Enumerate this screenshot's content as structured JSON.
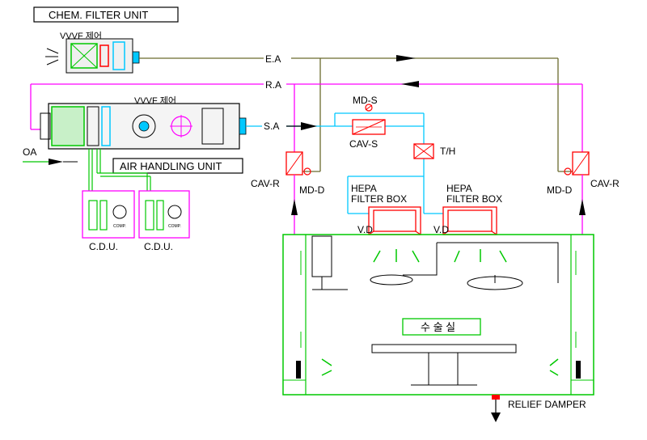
{
  "units": {
    "chem_filter_title": "CHEM. FILTER UNIT",
    "chem_vvvf": "VVVF 제어",
    "ahu_vvvf": "VVVF 제어",
    "ahu_title": "AIR HANDLING UNIT",
    "cdu_left": "C.D.U.",
    "cdu_right": "C.D.U.",
    "comp_label": "COMP."
  },
  "ducts": {
    "exhaust_air": "E.A",
    "return_air": "R.A",
    "supply_air": "S.A",
    "outdoor_air": "OA"
  },
  "devices": {
    "md_s": "MD-S",
    "cav_s": "CAV-S",
    "th": "T/H",
    "cav_r_left": "CAV-R",
    "md_d_left": "MD-D",
    "md_d_right": "MD-D",
    "cav_r_right": "CAV-R",
    "hepa_left_1": "HEPA",
    "hepa_left_2": "FILTER  BOX",
    "hepa_right_1": "HEPA",
    "hepa_right_2": "FILTER  BOX",
    "vd_left": "V.D",
    "vd_right": "V.D"
  },
  "room": {
    "name": "수 술 실",
    "relief": "RELIEF  DAMPER"
  },
  "colors": {
    "magenta": "#ff00ff",
    "olive": "#6b6b2e",
    "cyan": "#00c8ff",
    "green": "#00c800",
    "red": "#ff0000",
    "black": "#000000"
  }
}
